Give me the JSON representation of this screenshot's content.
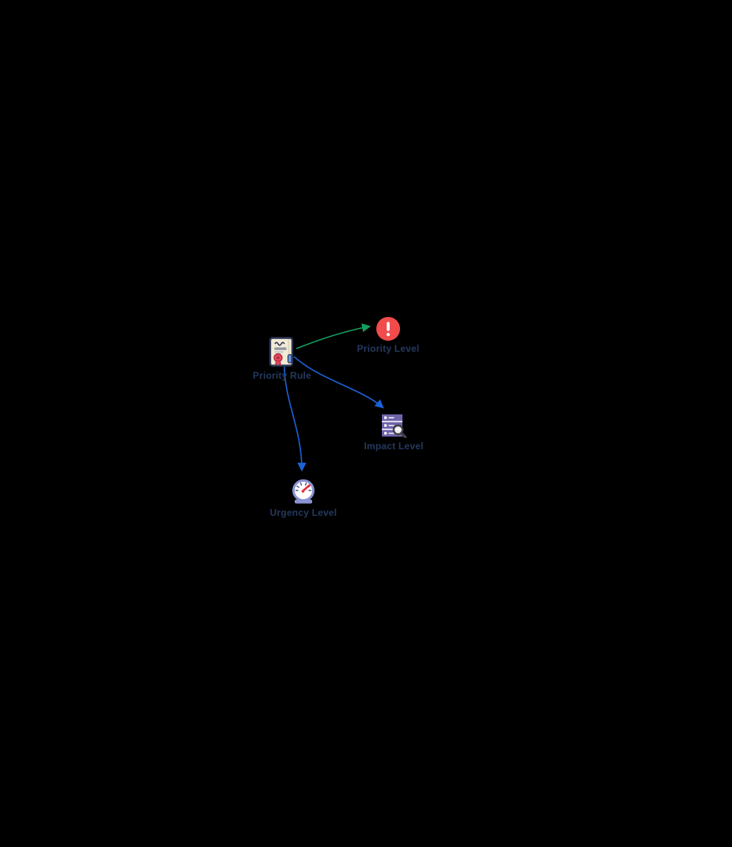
{
  "diagram": {
    "nodes": [
      {
        "id": "priority-rule",
        "label": "Priority Rule",
        "icon": "certificate-seal-icon"
      },
      {
        "id": "priority-level",
        "label": "Priority Level",
        "icon": "alert-exclamation-icon"
      },
      {
        "id": "impact-level",
        "label": "Impact Level",
        "icon": "server-magnifier-icon"
      },
      {
        "id": "urgency-level",
        "label": "Urgency Level",
        "icon": "speedometer-icon"
      }
    ],
    "edges": [
      {
        "from": "Priority Rule",
        "to": "Priority Level",
        "color": "#129e5e"
      },
      {
        "from": "Priority Rule",
        "to": "Impact Level",
        "color": "#1b62d6"
      },
      {
        "from": "Priority Rule",
        "to": "Urgency Level",
        "color": "#1b62d6"
      }
    ],
    "colors": {
      "background": "#000000",
      "label_text": "#24395f",
      "edge_green": "#129e5e",
      "edge_blue": "#1b62d6",
      "alert_red": "#f14b4b",
      "server_purple": "#6f63ab",
      "gauge_ring": "#8b93d4",
      "needle_red": "#e8323c",
      "seal_red": "#e8475a",
      "paper_cream": "#f1ebd7",
      "outline_navy": "#2a3352"
    }
  }
}
